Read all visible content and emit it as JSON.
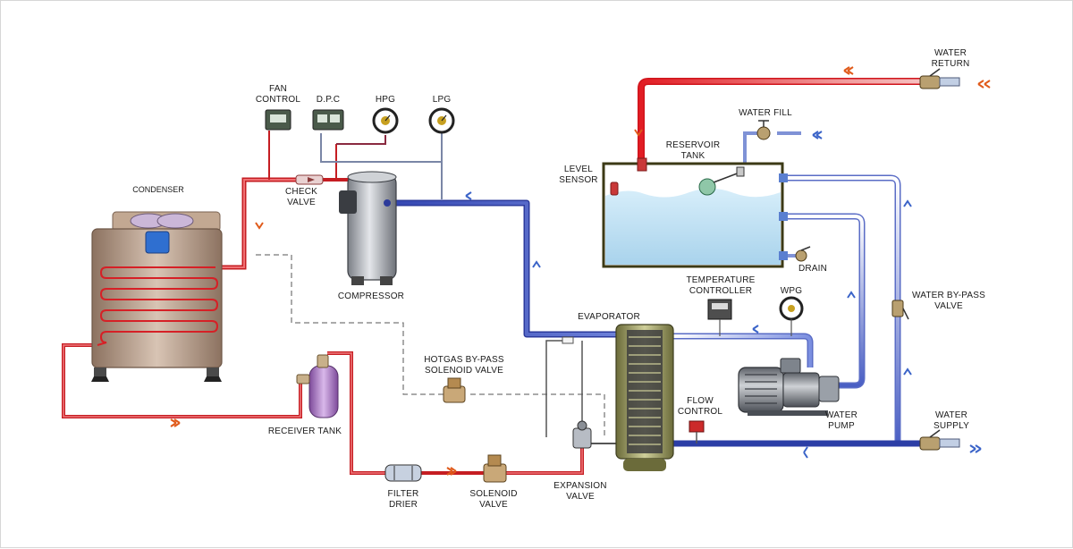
{
  "labels": {
    "fan_control": [
      "FAN",
      "CONTROL"
    ],
    "dpc": "D.P.C",
    "hpg": "HPG",
    "lpg": "LPG",
    "water_return": [
      "WATER",
      "RETURN"
    ],
    "water_fill": "WATER  FILL",
    "reservoir_tank": [
      "RESERVOIR",
      "TANK"
    ],
    "level_sensor": [
      "LEVEL",
      "SENSOR"
    ],
    "drain": "DRAIN",
    "condenser": "CONDENSER",
    "check_valve": [
      "CHECK",
      "VALVE"
    ],
    "compressor": "COMPRESSOR",
    "temperature_controller": [
      "TEMPERATURE",
      "CONTROLLER"
    ],
    "wpg": "WPG",
    "water_bypass_valve": [
      "WATER  BY-PASS",
      "VALVE"
    ],
    "evaporator": "EVAPORATOR",
    "hotgas_bypass": [
      "HOTGAS  BY-PASS",
      "SOLENOID  VALVE"
    ],
    "flow_control": [
      "FLOW",
      "CONTROL"
    ],
    "water_pump": [
      "WATER",
      "PUMP"
    ],
    "water_supply": [
      "WATER",
      "SUPPLY"
    ],
    "receiver_tank": "RECEIVER  TANK",
    "filter_drier": [
      "FILTER",
      "DRIER"
    ],
    "solenoid_valve": [
      "SOLENOID",
      "VALVE"
    ],
    "expansion_valve": [
      "EXPANSION",
      "VALVE"
    ]
  },
  "colors": {
    "hot_pipe": "#e0262b",
    "cold_pipe": "#2b3fa8",
    "water_pipe": "#6d7fd6",
    "tank_water": "#bfe0f2",
    "condenser_body": "#b79a84"
  }
}
